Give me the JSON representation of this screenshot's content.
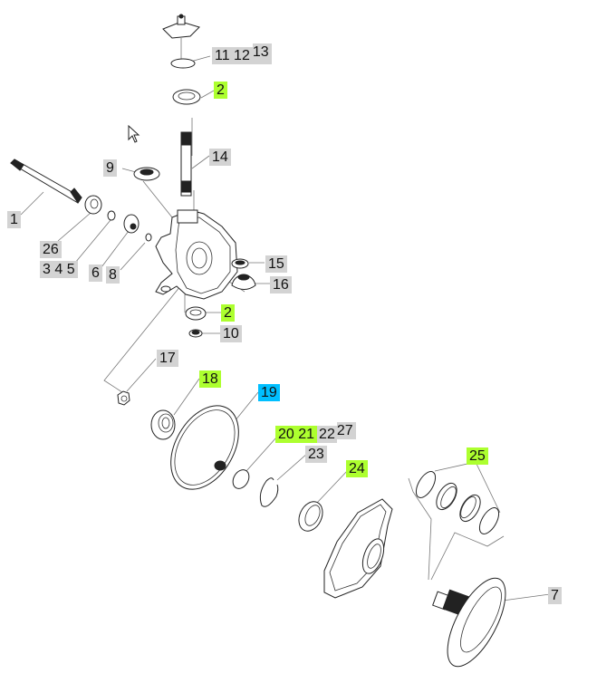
{
  "diagram": {
    "title": "Exploded parts diagram",
    "colors": {
      "label_default": "#d3d3d3",
      "label_highlight_green": "#adff2f",
      "label_selected_blue": "#00bfff",
      "line": "#777777"
    },
    "callouts": [
      {
        "id": "c-11-12-13",
        "text": "11 12",
        "text2": "13",
        "color": "grey"
      },
      {
        "id": "c-2-top",
        "text": "2",
        "color": "green"
      },
      {
        "id": "c-14",
        "text": "14",
        "color": "grey"
      },
      {
        "id": "c-9",
        "text": "9",
        "color": "grey"
      },
      {
        "id": "c-1",
        "text": "1",
        "color": "grey"
      },
      {
        "id": "c-26",
        "text": "26",
        "color": "grey"
      },
      {
        "id": "c-3-4-5",
        "text": "3 4 5",
        "color": "grey"
      },
      {
        "id": "c-6",
        "text": "6",
        "color": "grey"
      },
      {
        "id": "c-8",
        "text": "8",
        "color": "grey"
      },
      {
        "id": "c-15",
        "text": "15",
        "color": "grey"
      },
      {
        "id": "c-16",
        "text": "16",
        "color": "grey"
      },
      {
        "id": "c-2-mid",
        "text": "2",
        "color": "green"
      },
      {
        "id": "c-10",
        "text": "10",
        "color": "grey"
      },
      {
        "id": "c-17",
        "text": "17",
        "color": "grey"
      },
      {
        "id": "c-18",
        "text": "18",
        "color": "green"
      },
      {
        "id": "c-19",
        "text": "19",
        "color": "blue"
      },
      {
        "id": "c-20-21",
        "text": "20 21",
        "text2": "22",
        "text3": "27",
        "color": "green"
      },
      {
        "id": "c-23",
        "text": "23",
        "color": "grey"
      },
      {
        "id": "c-24",
        "text": "24",
        "color": "green"
      },
      {
        "id": "c-25",
        "text": "25",
        "color": "green"
      },
      {
        "id": "c-7",
        "text": "7",
        "color": "grey"
      }
    ]
  }
}
